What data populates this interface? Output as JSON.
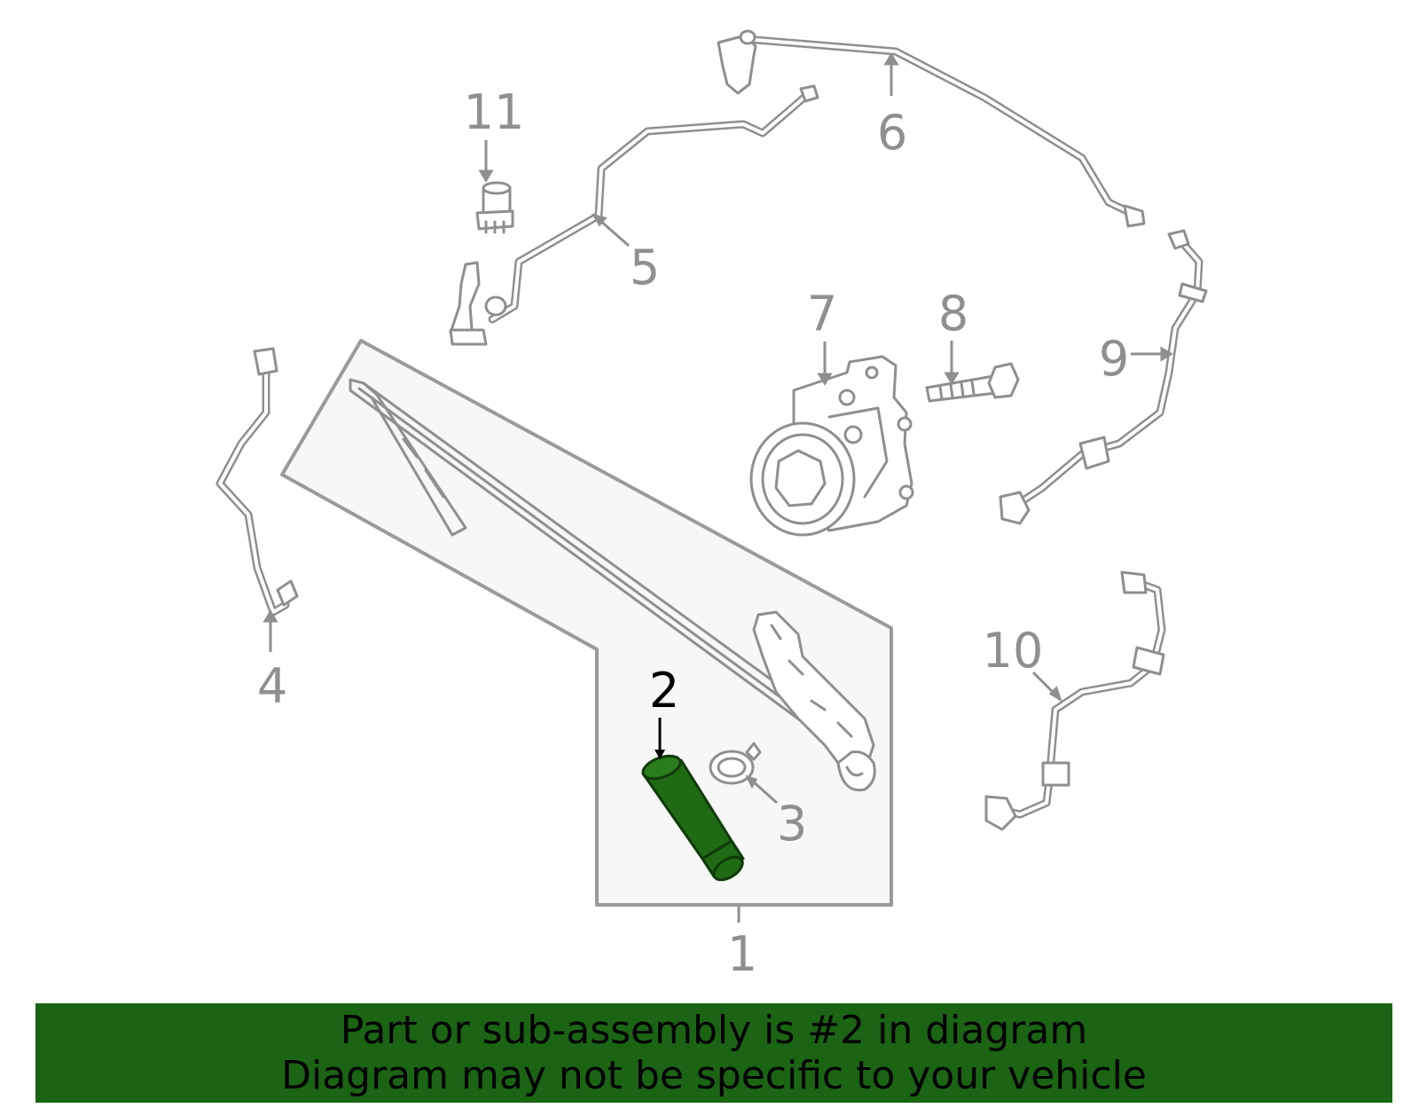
{
  "callouts": {
    "c1": "1",
    "c2": "2",
    "c3": "3",
    "c4": "4",
    "c5": "5",
    "c6": "6",
    "c7": "7",
    "c8": "8",
    "c9": "9",
    "c10": "10",
    "c11": "11"
  },
  "highlighted_part": "2",
  "colors": {
    "line_gray": "#8f8f8f",
    "panel_fill": "#f7f7f7",
    "highlight_green": "#1f6b14",
    "banner_green": "#1a6414",
    "callout_highlight": "#000000"
  },
  "banner": {
    "line1": "Part or sub-assembly is #2 in diagram",
    "line2": "Diagram may not be specific to your vehicle"
  }
}
